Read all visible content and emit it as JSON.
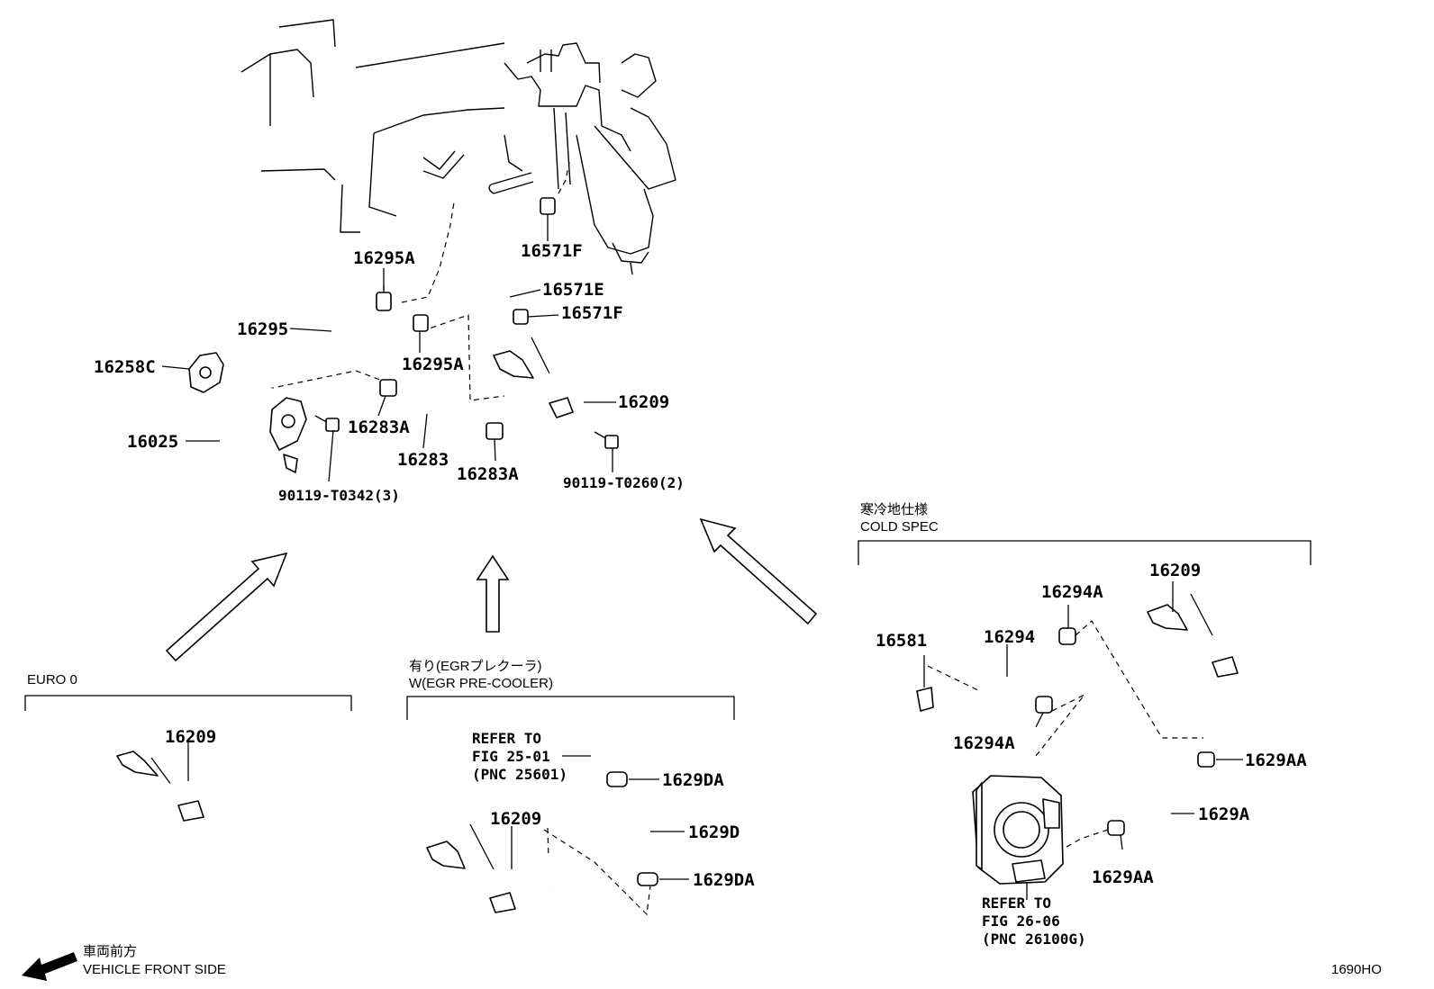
{
  "part_numbers": {
    "p16295A_top": "16295A",
    "p16295": "16295",
    "p16295A_mid": "16295A",
    "p16258C": "16258C",
    "p16025": "16025",
    "p16283A_left": "16283A",
    "p16283": "16283",
    "p16283A_right": "16283A",
    "p90119_T0342": "90119-T0342(3)",
    "p16571F_top": "16571F",
    "p16571E": "16571E",
    "p16571F_mid": "16571F",
    "p16209_main": "16209",
    "p90119_T0260": "90119-T0260(2)"
  },
  "euro0": {
    "caption": "EURO 0",
    "p16209": "16209"
  },
  "egr": {
    "caption_jp": "有り(EGRプレクーラ)",
    "caption_en": "W(EGR PRE-COOLER)",
    "refer_line1": "REFER TO",
    "refer_line2": "FIG 25-01",
    "refer_line3": "(PNC 25601)",
    "p16209": "16209",
    "p1629DA_top": "1629DA",
    "p1629D": "1629D",
    "p1629DA_bottom": "1629DA"
  },
  "cold": {
    "caption_jp": "寒冷地仕様",
    "caption_en": "COLD SPEC",
    "p16581": "16581",
    "p16294": "16294",
    "p16294A_top": "16294A",
    "p16294A_bottom": "16294A",
    "p16209": "16209",
    "p1629AA_top": "1629AA",
    "p1629A": "1629A",
    "p1629AA_bottom": "1629AA",
    "refer_line1": "REFER TO",
    "refer_line2": "FIG 26-06",
    "refer_line3": "(PNC 26100G)"
  },
  "footer": {
    "direction_jp": "車両前方",
    "direction_en": "VEHICLE FRONT SIDE",
    "figure_code": "1690HO"
  },
  "icons": [
    "vehicle-front-arrow-icon",
    "section-arrow-icon"
  ]
}
